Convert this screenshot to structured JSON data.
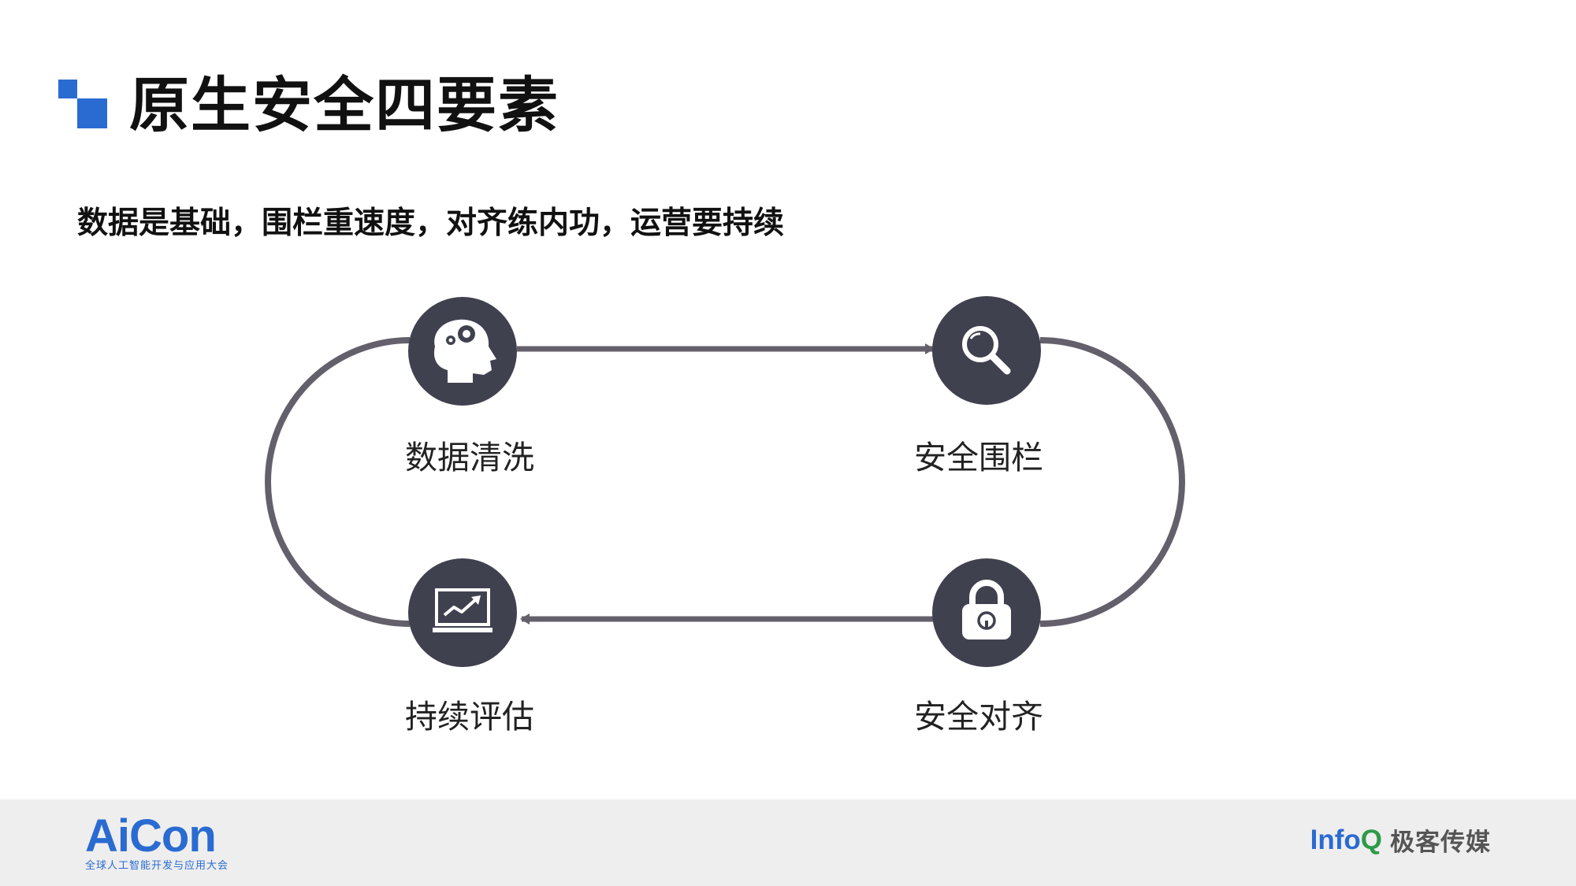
{
  "slide": {
    "title": "原生安全四要素",
    "subtitle": "数据是基础，围栏重速度，对齐练内功，运营要持续"
  },
  "cycle": {
    "nodes": [
      {
        "label": "数据清洗",
        "icon": "brain-gear-icon"
      },
      {
        "label": "安全围栏",
        "icon": "magnifier-icon"
      },
      {
        "label": "安全对齐",
        "icon": "padlock-icon"
      },
      {
        "label": "持续评估",
        "icon": "laptop-chart-icon"
      }
    ]
  },
  "footer": {
    "left_logo": {
      "word": "AiCon",
      "tagline": "全球人工智能开发与应用大会"
    },
    "right_logo": {
      "word_main": "Info",
      "word_q": "Q",
      "brand": "极客传媒"
    }
  },
  "colors": {
    "accent": "#2a6bd1",
    "node_fill": "#3f414f",
    "track": "#64606b",
    "footer_bg": "#eeeeee",
    "infoq_green": "#2e9a47"
  }
}
